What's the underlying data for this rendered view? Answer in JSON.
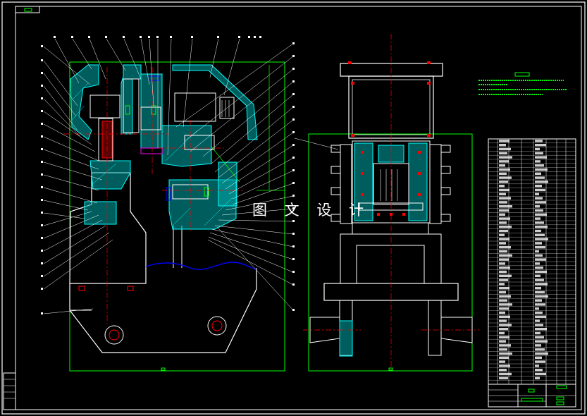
{
  "drawing": {
    "watermark_text": "图 文 设 计",
    "colors": {
      "background": "#000000",
      "frame": "#ffffff",
      "section_hatch": "#00ffff",
      "centerline": "#ff0000",
      "dimension": "#00ff00",
      "leader_dot": "#ffffff",
      "wavy_break": "#0000ff",
      "accent_magenta": "#ff00ff"
    },
    "views": [
      "front-section-view",
      "side-view"
    ],
    "parts_list_rows": 60,
    "title_block_present": true
  }
}
